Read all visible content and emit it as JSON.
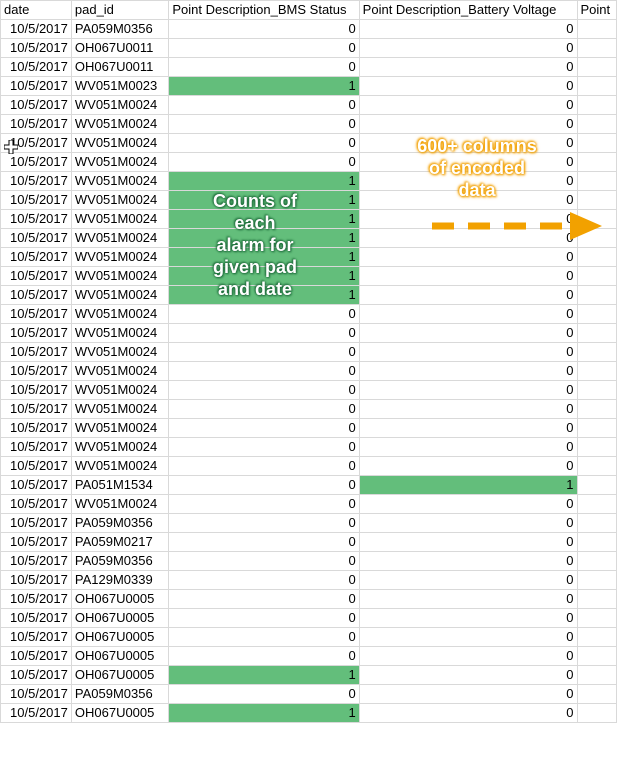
{
  "columns": [
    "date",
    "pad_id",
    "Point Description_BMS Status",
    "Point Description_Battery Voltage",
    "Point"
  ],
  "rows": [
    [
      "10/5/2017",
      "PA059M0356",
      "0",
      "0"
    ],
    [
      "10/5/2017",
      "OH067U0011",
      "0",
      "0"
    ],
    [
      "10/5/2017",
      "OH067U0011",
      "0",
      "0"
    ],
    [
      "10/5/2017",
      "WV051M0023",
      "1",
      "0"
    ],
    [
      "10/5/2017",
      "WV051M0024",
      "0",
      "0"
    ],
    [
      "10/5/2017",
      "WV051M0024",
      "0",
      "0"
    ],
    [
      "10/5/2017",
      "WV051M0024",
      "0",
      "0"
    ],
    [
      "10/5/2017",
      "WV051M0024",
      "0",
      "0"
    ],
    [
      "10/5/2017",
      "WV051M0024",
      "1",
      "0"
    ],
    [
      "10/5/2017",
      "WV051M0024",
      "1",
      "0"
    ],
    [
      "10/5/2017",
      "WV051M0024",
      "1",
      "0"
    ],
    [
      "10/5/2017",
      "WV051M0024",
      "1",
      "0"
    ],
    [
      "10/5/2017",
      "WV051M0024",
      "1",
      "0"
    ],
    [
      "10/5/2017",
      "WV051M0024",
      "1",
      "0"
    ],
    [
      "10/5/2017",
      "WV051M0024",
      "1",
      "0"
    ],
    [
      "10/5/2017",
      "WV051M0024",
      "0",
      "0"
    ],
    [
      "10/5/2017",
      "WV051M0024",
      "0",
      "0"
    ],
    [
      "10/5/2017",
      "WV051M0024",
      "0",
      "0"
    ],
    [
      "10/5/2017",
      "WV051M0024",
      "0",
      "0"
    ],
    [
      "10/5/2017",
      "WV051M0024",
      "0",
      "0"
    ],
    [
      "10/5/2017",
      "WV051M0024",
      "0",
      "0"
    ],
    [
      "10/5/2017",
      "WV051M0024",
      "0",
      "0"
    ],
    [
      "10/5/2017",
      "WV051M0024",
      "0",
      "0"
    ],
    [
      "10/5/2017",
      "WV051M0024",
      "0",
      "0"
    ],
    [
      "10/5/2017",
      "PA051M1534",
      "0",
      "1"
    ],
    [
      "10/5/2017",
      "WV051M0024",
      "0",
      "0"
    ],
    [
      "10/5/2017",
      "PA059M0356",
      "0",
      "0"
    ],
    [
      "10/5/2017",
      "PA059M0217",
      "0",
      "0"
    ],
    [
      "10/5/2017",
      "PA059M0356",
      "0",
      "0"
    ],
    [
      "10/5/2017",
      "PA129M0339",
      "0",
      "0"
    ],
    [
      "10/5/2017",
      "OH067U0005",
      "0",
      "0"
    ],
    [
      "10/5/2017",
      "OH067U0005",
      "0",
      "0"
    ],
    [
      "10/5/2017",
      "OH067U0005",
      "0",
      "0"
    ],
    [
      "10/5/2017",
      "OH067U0005",
      "0",
      "0"
    ],
    [
      "10/5/2017",
      "OH067U0005",
      "1",
      "0"
    ],
    [
      "10/5/2017",
      "PA059M0356",
      "0",
      "0"
    ],
    [
      "10/5/2017",
      "OH067U0005",
      "1",
      "0"
    ]
  ],
  "annotations": {
    "counts_note": [
      "Counts of",
      "each",
      "alarm for",
      "given pad",
      "and date"
    ],
    "columns_note": [
      "600+ columns",
      "of encoded",
      "data"
    ]
  },
  "icons": {
    "cursor": "cell-cursor-icon",
    "arrow": "dashed-arrow-right-icon"
  },
  "colors": {
    "highlight": "#63be7b",
    "arrow": "#f2a100",
    "grid": "#d9d9d9"
  }
}
